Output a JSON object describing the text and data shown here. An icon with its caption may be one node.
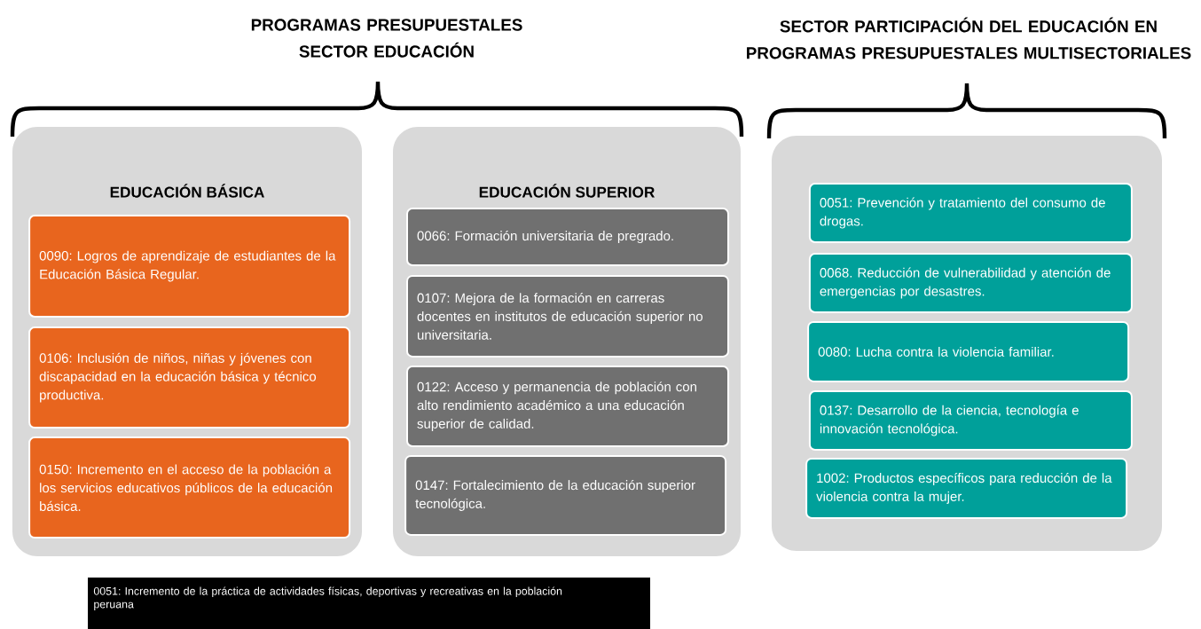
{
  "diagram": {
    "nodes": [
      {
        "text": [
          "EDUCACIÓN BÁSICA"
        ]
      },
      {
        "text": [
          "0090: Logros de aprendizaje de estudiantes de la Educación Básica Regular."
        ],
        "in": 0
      },
      {
        "text": [
          "0106: Inclusión de niños, niñas y jóvenes con discapacidad en la educación básica y técnico productiva."
        ],
        "in": 0
      },
      {
        "text": [
          "0150: Incremento en el acceso de la población a los servicios educativos públicos de la educación básica."
        ],
        "in": 0
      },
      {
        "text": [
          "EDUCACIÓN SUPERIOR"
        ]
      },
      {
        "text": [
          "0066: Formación universitaria de pregrado."
        ],
        "in": 4
      },
      {
        "text": [
          "0107: Mejora de la formación en carreras docentes en institutos de educación superior no universitaria."
        ],
        "in": 4
      },
      {
        "text": [
          "0122: Acceso y permanencia de población con alto rendimiento académico a una educación superior de calidad."
        ],
        "in": 4
      },
      {
        "text": [
          "0147: Fortalecimiento de la educación superior tecnológica."
        ],
        "in": 4
      },
      {
        "text": [],
        "shape": "box"
      },
      {
        "text": [
          "0051: Prevención y tratamiento del consumo de drogas."
        ],
        "in": 9
      },
      {
        "text": [
          "0068. Reducción de vulnerabilidad y atención de emergencias por desastres."
        ],
        "in": 9
      },
      {
        "text": [
          "0080: Lucha contra la violencia familiar."
        ],
        "in": 9
      },
      {
        "text": [
          "0137: Desarrollo de la ciencia, tecnología e innovación tecnológica."
        ],
        "in": 9
      },
      {
        "text": [
          "1002: Productos específicos para reducción de la violencia contra la mujer."
        ],
        "in": 9
      },
      {
        "text": [
          "0051: Incremento de la práctica de actividades físicas, deportivas y recreativas en la población peruana"
        ]
      }
    ],
    "labels": [
      "PROGRAMAS PRESUPUESTALES SECTOR EDUCACIÓN",
      "SECTOR PARTICIPACIÓN DEL EDUCACIÓN EN PROGRAMAS PRESUPUESTALES MULTISECTORIALES"
    ]
  }
}
